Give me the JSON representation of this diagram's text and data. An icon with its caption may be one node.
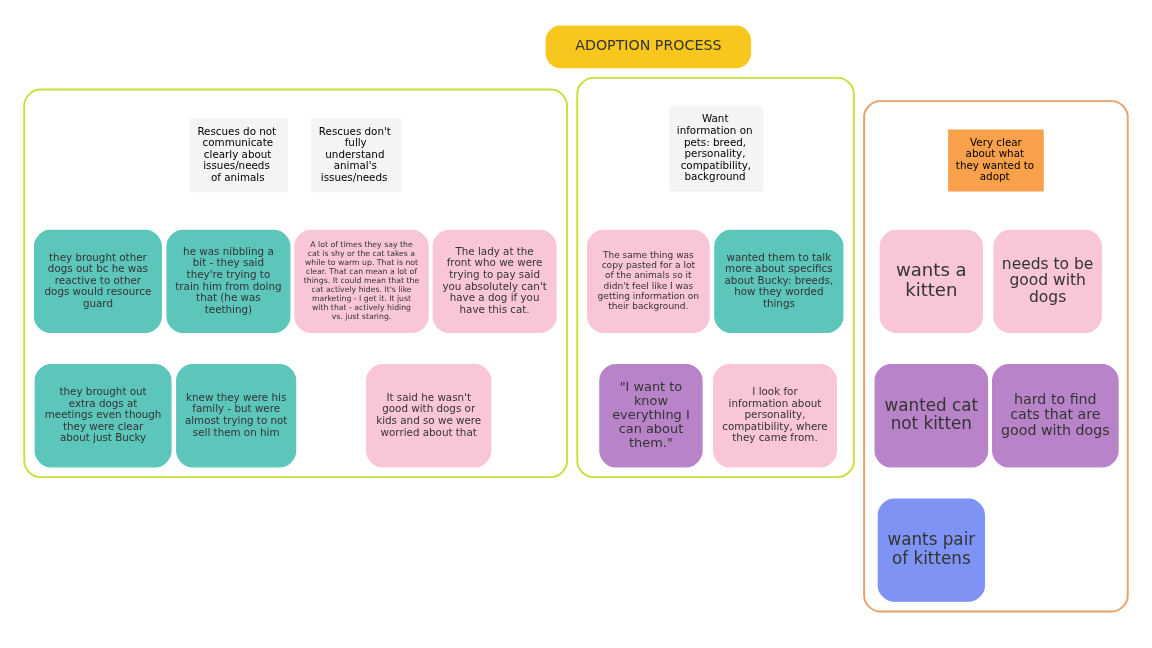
{
  "diagram": {
    "nodes": [
      {
        "text": [
          "ADOPTION PROCESS"
        ]
      },
      {
        "text": [
          "Rescues do not communicate clearly about issues/needs of animals",
          "Rescues don't fully understand animal's issues/needs"
        ]
      },
      {
        "text": [
          "they brought other dogs out bc he was reactive to other dogs would resource guard"
        ],
        "in": 1
      },
      {
        "text": [
          "he was nibbling a bit - they said they're trying to train him from doing that (he was teething)"
        ],
        "in": 1
      },
      {
        "text": [
          "they brought out extra dogs at meetings even though they were clear about just Bucky"
        ],
        "in": 1
      },
      {
        "text": [
          "knew they were his family - but were almost trying to not sell them on him"
        ],
        "in": 1
      },
      {
        "text": [
          "A lot of times they say the cat is shy or the cat takes a while to warm up. That is not clear. That can mean a lot of things. It could mean that the cat actively hides. It's like marketing - I get it. It just with that - actively hiding vs. just staring."
        ],
        "in": 1
      },
      {
        "text": [
          "The lady at the front who we were trying to pay said you absolutely can't have a dog if you have this cat."
        ],
        "in": 1
      },
      {
        "text": [
          "It said he wasn't good with dogs or kids and so we were worried about that"
        ],
        "in": 1
      },
      {
        "text": [
          "Want information on pets: breed, personality, compatibility, background"
        ]
      },
      {
        "text": [
          "The same thing was copy pasted for a lot of the animals so it didn't feel like I was getting information on their background."
        ],
        "in": 9
      },
      {
        "text": [
          "wanted them to talk more about specifics about Bucky: breeds, how they worded things"
        ],
        "in": 9
      },
      {
        "text": [
          "\"I want to know everything I can about them.\""
        ],
        "in": 9
      },
      {
        "text": [
          "I look for information about personality, compatibility, where they came from."
        ],
        "in": 9
      },
      {
        "text": [
          "Very clear about what they wanted to adopt"
        ]
      },
      {
        "text": [
          "wants a kitten"
        ],
        "in": 14
      },
      {
        "text": [
          "needs to be good with dogs"
        ],
        "in": 14
      },
      {
        "text": [
          "wanted cat not kitten"
        ],
        "in": 14
      },
      {
        "text": [
          "hard to find cats that are good with dogs"
        ],
        "in": 14
      },
      {
        "text": [
          "wants pair of kittens"
        ],
        "in": 14
      }
    ]
  }
}
